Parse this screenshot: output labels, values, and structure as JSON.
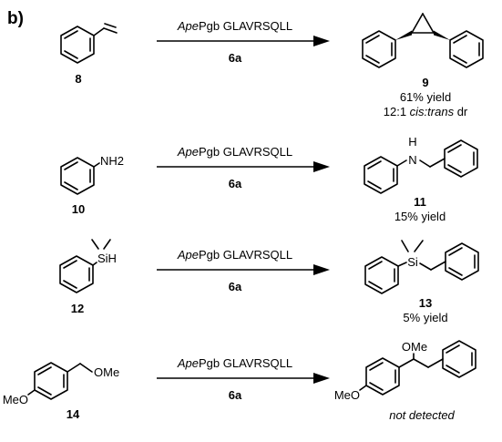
{
  "panel_label": "b)",
  "reactions": [
    {
      "reactant_number": "8",
      "catalyst_italic": "Ape",
      "catalyst_rest": "Pgb GLAVRSQLL",
      "reagent": "6a",
      "product_number": "9",
      "result_line1": "61% yield",
      "result_line2_prefix": "12:1 ",
      "result_line2_italic": "cis:trans",
      "result_line2_suffix": " dr"
    },
    {
      "reactant_number": "10",
      "reactant_group": "NH2",
      "catalyst_italic": "Ape",
      "catalyst_rest": "Pgb GLAVRSQLL",
      "reagent": "6a",
      "product_number": "11",
      "product_atom_N": "N",
      "product_atom_H": "H",
      "result_line1": "15% yield"
    },
    {
      "reactant_number": "12",
      "reactant_group": "SiH",
      "catalyst_italic": "Ape",
      "catalyst_rest": "Pgb GLAVRSQLL",
      "reagent": "6a",
      "product_number": "13",
      "product_atom_Si": "Si",
      "result_line1": "5% yield"
    },
    {
      "reactant_number": "14",
      "reactant_group_left": "MeO",
      "reactant_group_right": "OMe",
      "catalyst_italic": "Ape",
      "catalyst_rest": "Pgb GLAVRSQLL",
      "reagent": "6a",
      "product_group_left": "MeO",
      "product_group_top": "OMe",
      "result_italic": "not detected"
    }
  ]
}
